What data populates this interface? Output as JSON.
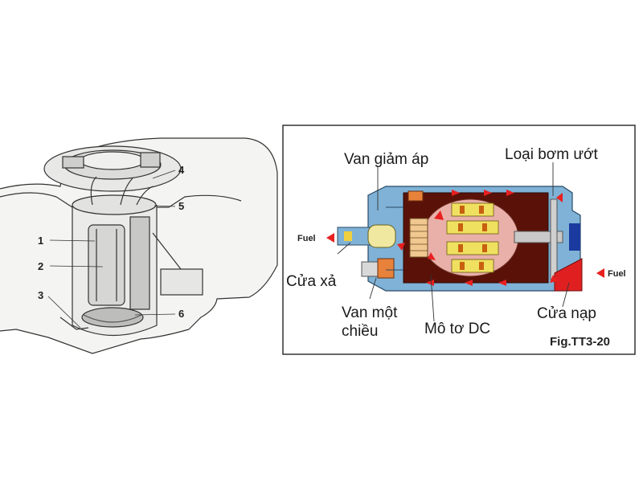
{
  "left_callouts": [
    "1",
    "2",
    "3",
    "4",
    "5",
    "6"
  ],
  "right_labels": {
    "relief_valve": "Van giảm áp",
    "wet_pump": "Loại bơm ướt",
    "outlet": "Cửa xả",
    "check_valve_l1": "Van một",
    "check_valve_l2": "chiều",
    "dc_motor": "Mô tơ DC",
    "inlet": "Cửa nạp",
    "fuel_in": "Fuel",
    "fuel_out": "Fuel",
    "figure_id": "Fig.TT3-20"
  },
  "colors": {
    "housing_blue": "#7fb2d6",
    "rotor_dark": "#5a1208",
    "armature_pink": "#e8b0a8",
    "winding_yellow": "#f0e060",
    "magnet_orange": "#e8823a",
    "inlet_red": "#e02020",
    "flow_arrow": "#e82020",
    "frame": "#333333"
  }
}
